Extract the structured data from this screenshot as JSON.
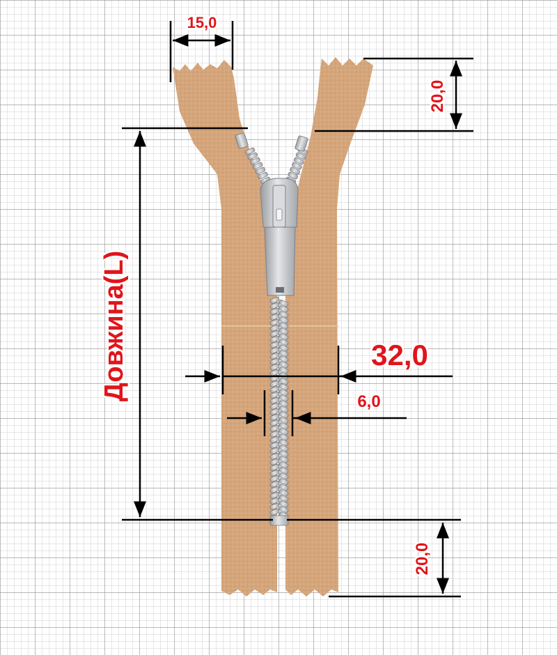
{
  "diagram": {
    "labels": {
      "top_width": "15,0",
      "top_extension": "20,0",
      "length": "Довжина(L)",
      "tape_width": "32,0",
      "chain_width": "6,0",
      "bottom_extension": "20,0"
    },
    "colors": {
      "label": "#e0151b",
      "tape": "#d5a57b",
      "tape_shadow": "#c19066",
      "metal": "#c8cacd",
      "metal_dark": "#8e9196",
      "grid_minor": "#c9c9c9",
      "grid_major": "#8f8f8f",
      "dimension_line": "#000000"
    },
    "icons": [
      "zipper-illustration",
      "slider-icon",
      "pull-tab-icon",
      "top-stop-icon",
      "bottom-stop-icon"
    ]
  }
}
